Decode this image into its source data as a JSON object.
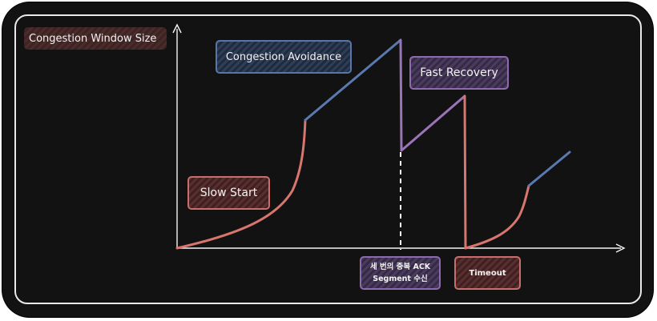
{
  "diagram": {
    "y_axis_label": "Congestion Window Size",
    "phases": {
      "slow_start": "Slow Start",
      "congestion_avoidance": "Congestion Avoidance",
      "fast_recovery": "Fast Recovery"
    },
    "events": {
      "triple_dup_ack_line1": "세 번의 중복 ACK",
      "triple_dup_ack_line2": "Segment 수신",
      "timeout": "Timeout"
    },
    "colors": {
      "background": "#121212",
      "frame": "#e9e9e9",
      "axis": "#f5f5f5",
      "slow_start": "#d9756f",
      "congestion_avoidance": "#5a79b0",
      "fast_recovery": "#9a74b8",
      "dashed_marker": "#ffffff"
    }
  }
}
